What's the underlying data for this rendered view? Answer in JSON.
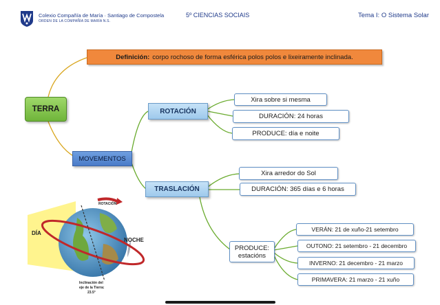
{
  "header": {
    "school_line1": "Colexio Compañía de María · Santiago de Compostela",
    "school_line2": "ORDEN DE LA COMPAÑÍA DE MARÍA N.S.",
    "course": "5º  CIENCIAS SOCIAIS",
    "topic": "Tema I: O Sistema Solar"
  },
  "definition": {
    "label": "Definición:",
    "text": "corpo rochoso de forma esférica polos polos e lixeiramente inclinada."
  },
  "root": "TERRA",
  "movements": "MOVEMENTOS",
  "rotation": {
    "title": "ROTACIÓN",
    "items": [
      "Xira sobre si mesma",
      "DURACIÓN: 24 horas",
      "PRODUCE: día e noite"
    ]
  },
  "translation": {
    "title": "TRASLACIÓN",
    "items": [
      "Xira arredor do Sol",
      "DURACIÓN:  365 días e 6 horas"
    ],
    "produce_line1": "PRODUCE:",
    "produce_line2": "estacións",
    "seasons": [
      "VERÁN: 21 de xuño-21 setembro",
      "OUTONO: 21 setembro - 21 decembro",
      "INVERNO: 21 decembro - 21 marzo",
      "PRIMAVERA: 21 marzo - 21 xuño"
    ]
  },
  "illustration": {
    "day": "DÍA",
    "night": "NOCHE",
    "rotation": "ROTACIÓN",
    "axis_line1": "Inclinación del",
    "axis_line2": "eje de la Tierra:",
    "axis_line3": "23.5°"
  }
}
